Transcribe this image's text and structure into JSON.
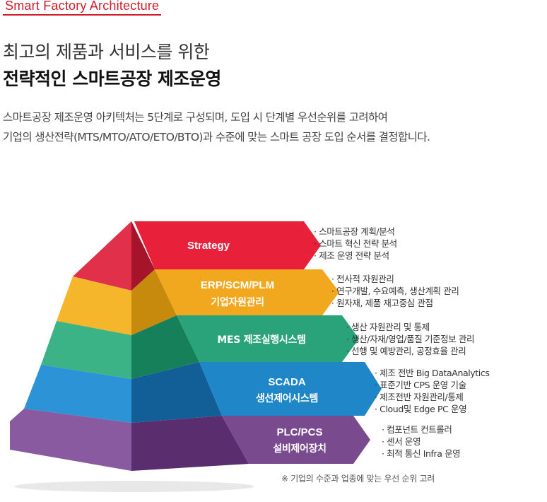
{
  "header": {
    "tag": "Smart Factory Architecture",
    "title_line1": "최고의 제품과 서비스를 위한",
    "title_line2": "전략적인 스마트공장 제조운영",
    "desc_line1": "스마트공장 제조운영 아키텍처는 5단계로 구성되며, 도입 시 단계별 우선순위를 고려하여",
    "desc_line2": "기업의 생산전략(MTS/MTO/ATO/ETO/BTO)과 수준에 맞는 스마트 공장 도입 순서를 결정합니다."
  },
  "levels": [
    {
      "label1": "Strategy",
      "label2": "",
      "color": "#e8203a",
      "bullets": [
        "· 스마트공장 계획/분석",
        "· 스마트 혁신 전략 분석",
        "· 제조 운영 전략 분석"
      ]
    },
    {
      "label1": "ERP/SCM/PLM",
      "label2": "기업자원관리",
      "color": "#f2a81e",
      "bullets": [
        "· 전사적 자원관리",
        "· 연구개발, 수요예측, 생산계획 관리",
        "· 원자재, 제품 재고중심 관점"
      ]
    },
    {
      "label1": "MES 제조실행시스템",
      "label2": "",
      "color": "#2aa37a",
      "bullets": [
        "· 생산 자원관리 및 통제",
        "· 생산/자재/영업/품질 기준정보 관리",
        "· 선행 및 예방관리, 공정효율 관리"
      ]
    },
    {
      "label1": "SCADA",
      "label2": "생선제어시스템",
      "color": "#1f86c8",
      "bullets": [
        "· 제조 전반 Big DataAnalytics",
        "· 표준기반 CPS 운영 기술",
        "· 제조전반 자원관리/통제",
        "· Cloud및 Edge PC 운영"
      ]
    },
    {
      "label1": "PLC/PCS",
      "label2": "설비제어장치",
      "color": "#7a4a8e",
      "bullets": [
        "· 컴포넌트 컨트롤러",
        "· 센서 운영",
        "· 최적 통신 Infra 운영"
      ]
    }
  ],
  "footnote": "※ 기업의 수준과 업종에 맞는 우선 순위 고려"
}
